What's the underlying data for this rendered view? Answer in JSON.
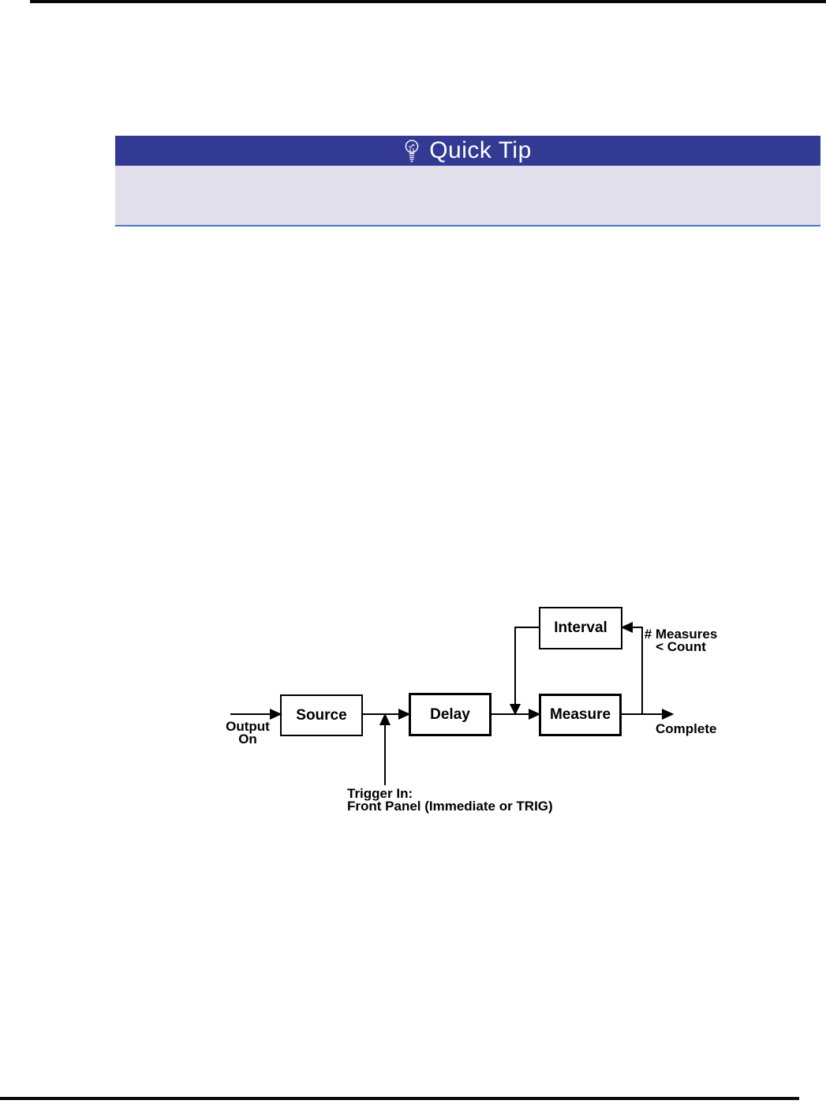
{
  "quick_tip": {
    "title": "Quick Tip",
    "icon": "lightbulb-icon",
    "body_text": ""
  },
  "diagram": {
    "type": "flowchart",
    "nodes": [
      {
        "id": "source",
        "label": "Source"
      },
      {
        "id": "delay",
        "label": "Delay"
      },
      {
        "id": "measure",
        "label": "Measure"
      },
      {
        "id": "interval",
        "label": "Interval"
      }
    ],
    "labels": {
      "output_line1": "Output",
      "output_line2": "On",
      "trigger_line1": "Trigger In:",
      "trigger_line2": "Front Panel (Immediate or TRIG)",
      "measures_line1": "# Measures",
      "measures_line2": "< Count",
      "complete": "Complete"
    },
    "edges": [
      {
        "from": "output-on-input",
        "to": "source"
      },
      {
        "from": "source",
        "to": "delay"
      },
      {
        "from": "trigger-in",
        "to": "source-delay-line"
      },
      {
        "from": "delay",
        "to": "measure"
      },
      {
        "from": "interval",
        "to": "delay-measure-line"
      },
      {
        "from": "measure",
        "to": "complete"
      },
      {
        "from": "measure-complete-line",
        "to": "interval",
        "label": "# Measures < Count"
      }
    ]
  },
  "colors": {
    "banner_header_bg": "#333A94",
    "banner_body_bg": "#E2DFED",
    "banner_underline": "#4A7CB8",
    "line_black": "#000000"
  }
}
